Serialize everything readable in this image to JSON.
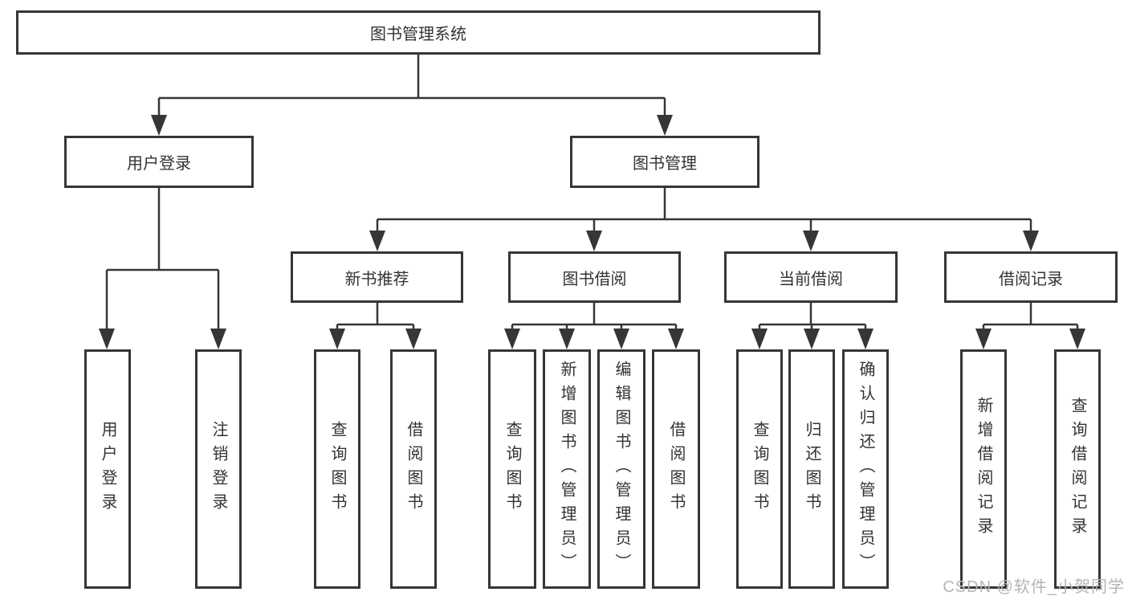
{
  "tree": {
    "root": "图书管理系统",
    "children": [
      {
        "label": "用户登录",
        "children": [
          {
            "label": "用户登录"
          },
          {
            "label": "注销登录"
          }
        ]
      },
      {
        "label": "图书管理",
        "children": [
          {
            "label": "新书推荐",
            "children": [
              {
                "label": "查询图书"
              },
              {
                "label": "借阅图书"
              }
            ]
          },
          {
            "label": "图书借阅",
            "children": [
              {
                "label": "查询图书"
              },
              {
                "label": "新增图书（管理员）"
              },
              {
                "label": "编辑图书（管理员）"
              },
              {
                "label": "借阅图书"
              }
            ]
          },
          {
            "label": "当前借阅",
            "children": [
              {
                "label": "查询图书"
              },
              {
                "label": "归还图书"
              },
              {
                "label": "确认归还（管理员）"
              }
            ]
          },
          {
            "label": "借阅记录",
            "children": [
              {
                "label": "新增借阅记录"
              },
              {
                "label": "查询借阅记录"
              }
            ]
          }
        ]
      }
    ]
  },
  "watermark": {
    "text": "CSDN @软件_小贺同学"
  },
  "colors": {
    "line": "#363636",
    "text": "#333333",
    "watermark": "#b4b4b4",
    "background": "#ffffff"
  }
}
